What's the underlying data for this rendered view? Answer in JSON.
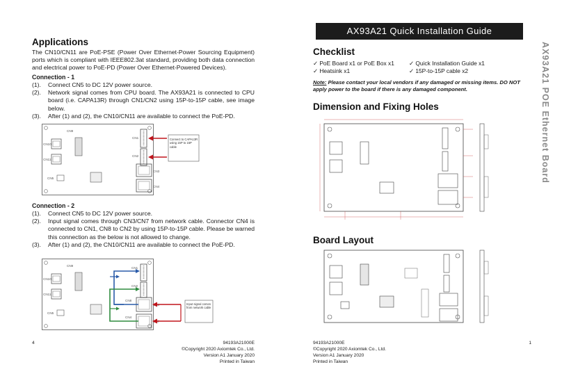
{
  "left": {
    "heading": "Applications",
    "intro": "The CN10/CN11 are PoE-PSE (Power Over Ethernet-Power Sourcing Equipment) ports which is compliant with IEEE802.3at standard, providing both data connection and electrical power to PoE-PD (Power Over Ethernet-Powered Devices).",
    "conn1": {
      "title": "Connection - 1",
      "steps": [
        {
          "num": "(1).",
          "text": "Connect CN5 to DC 12V power source."
        },
        {
          "num": "(2).",
          "text": "Network signal comes from CPU board. The AX93A21 is connected to CPU board (i.e. CAPA13R) through CN1/CN2 using 15P-to-15P cable, see image below."
        },
        {
          "num": "(3).",
          "text": "After (1) and (2), the CN10/CN11 are available to connect the PoE-PD."
        }
      ],
      "diagram": {
        "labels": [
          "CN10",
          "CN11",
          "CN9",
          "CN5",
          "CN1",
          "CN2",
          "CN3",
          "CN4"
        ],
        "callout": "Connect to CAPA13R using 15P to 15P cable"
      }
    },
    "conn2": {
      "title": "Connection - 2",
      "steps": [
        {
          "num": "(1).",
          "text": "Connect CN5 to DC 12V power source."
        },
        {
          "num": "(2).",
          "text": "Input signal comes through CN3/CN7 from network cable. Connector CN4 is connected to CN1, CN8 to CN2 by using 15P-to-15P cable. Please be warned this connection as the below is not allowed to change."
        },
        {
          "num": "(3).",
          "text": "After (1) and (2), the CN10/CN11 are available to connect the PoE-PD."
        }
      ],
      "diagram": {
        "labels": [
          "CN10",
          "CN11",
          "CN9",
          "CN5",
          "CN1",
          "CN2",
          "CN8",
          "CN4",
          "CN3",
          "CN7"
        ],
        "callout": "Input signal comes from network cable"
      }
    },
    "footer": {
      "page_num": "4",
      "doc_id": "94193A21000E",
      "copyright": "©Copyright 2020 Axiomtek Co., Ltd.",
      "version": "Version A1 January 2020",
      "printed": "Printed in Taiwan"
    }
  },
  "right": {
    "title": "AX93A21 Quick Installation Guide",
    "side_title": "AX93A21 POE Ethernet Board",
    "checklist_heading": "Checklist",
    "checklist": [
      "✓ PoE Board x1 or PoE Box x1",
      "✓ Quick Installation Guide x1",
      "✓ Heatsink x1",
      "✓ 15P-to-15P cable x2"
    ],
    "note_label": "Note:",
    "note_text": "Please contact your local vendors if any damaged or missing items. DO NOT apply power to the board if there is any damaged component.",
    "dimension_heading": "Dimension and Fixing Holes",
    "layout_heading": "Board Layout",
    "footer": {
      "doc_id": "94193A21000E",
      "copyright": "©Copyright 2020 Axiomtek Co., Ltd.",
      "version": "Version A1 January 2020",
      "printed": "Printed in Taiwan",
      "page_num": "1"
    }
  }
}
